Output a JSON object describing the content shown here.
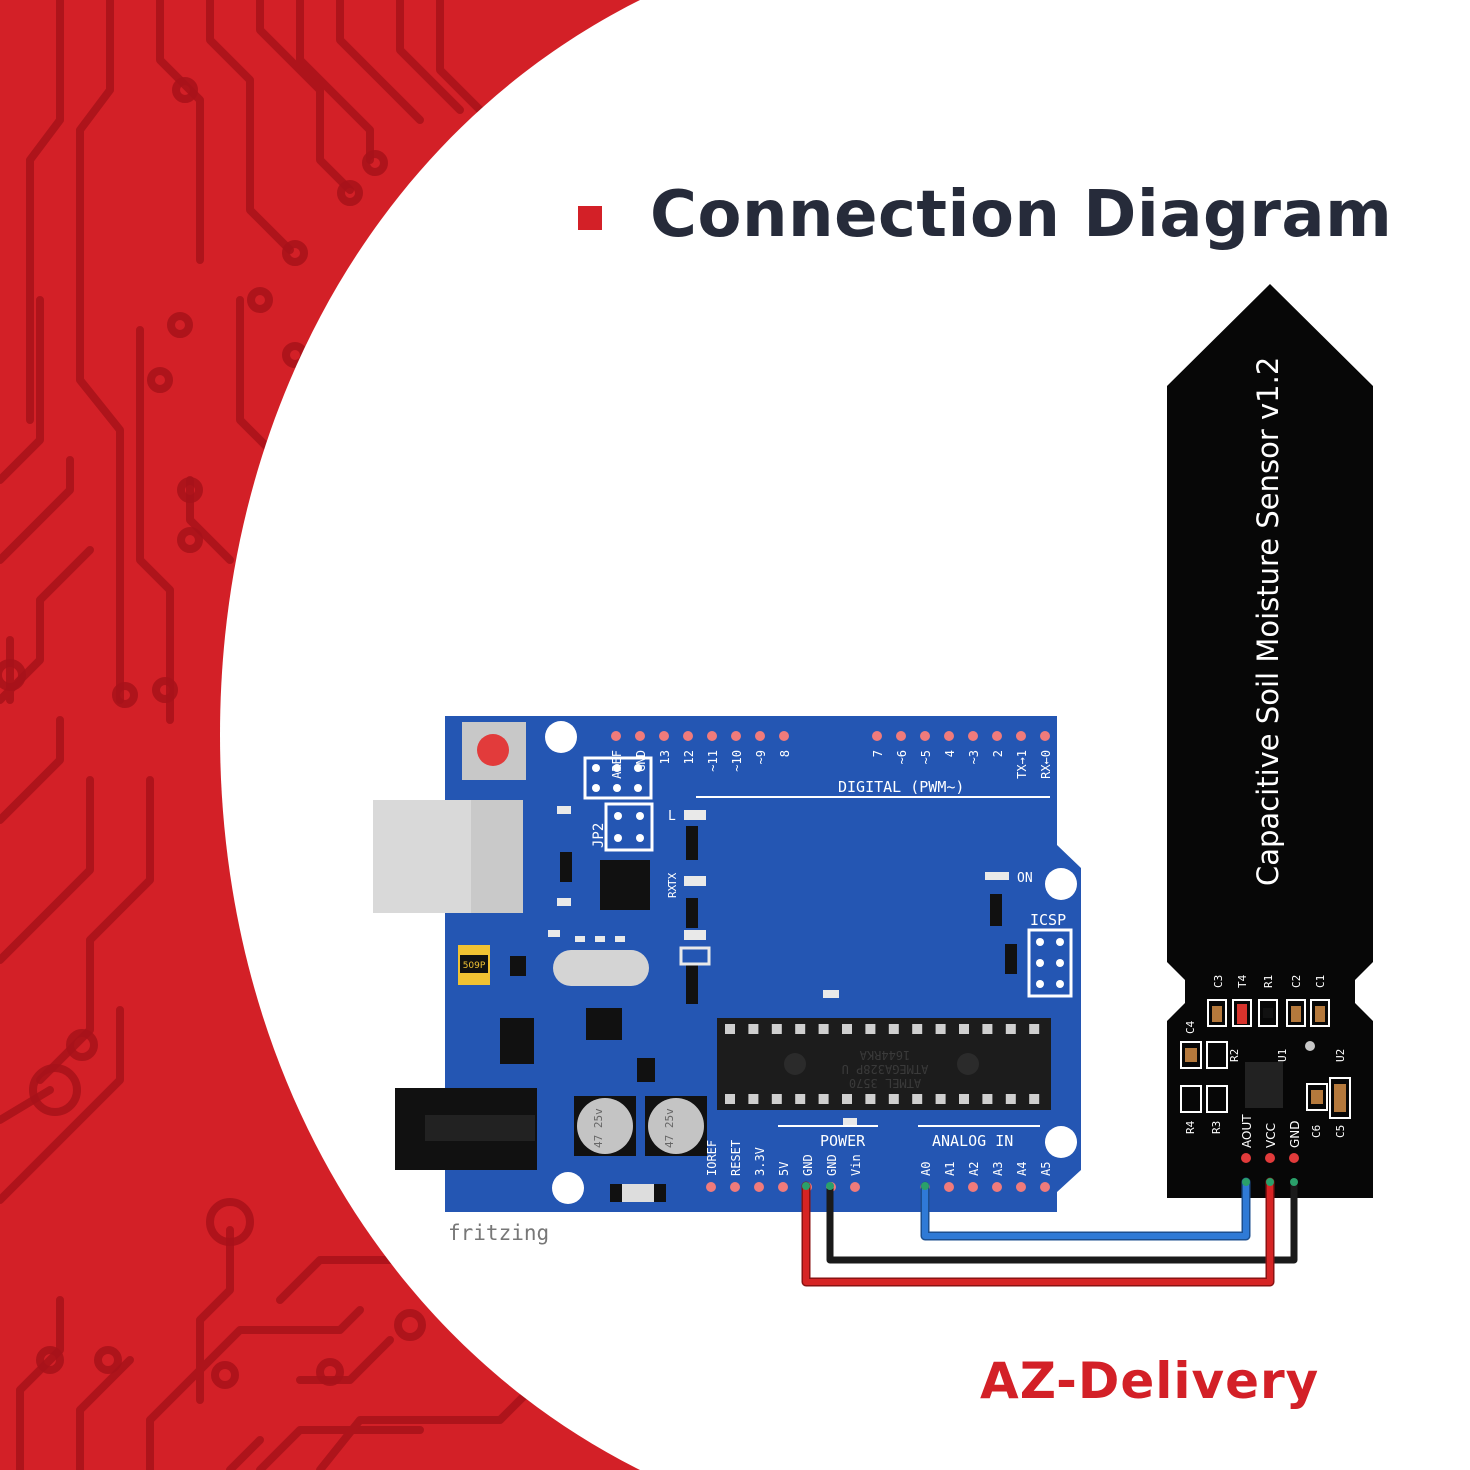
{
  "header": {
    "title": "Connection Diagram"
  },
  "arduino": {
    "digital_label": "DIGITAL (PWM~)",
    "digital_pins": [
      "AREF",
      "GND",
      "13",
      "12",
      "~11",
      "~10",
      "~9",
      "8",
      "7",
      "~6",
      "~5",
      "4",
      "~3",
      "2",
      "TX→1",
      "RX←0"
    ],
    "power_label": "POWER",
    "power_pins": [
      "IOREF",
      "RESET",
      "3.3V",
      "5V",
      "GND",
      "GND",
      "Vin"
    ],
    "analog_label": "ANALOG IN",
    "analog_pins": [
      "A0",
      "A1",
      "A2",
      "A3",
      "A4",
      "A5"
    ],
    "on_label": "ON",
    "icsp_label": "ICSP",
    "jp2_label": "JP2",
    "l_label": "L",
    "tx_label": "TX",
    "rx_label": "RX",
    "crystal_label": "509P",
    "cap_label": "47 25v",
    "chip_text": [
      "ATMEL 3570",
      "ATMEGA328P U",
      "1644RKA"
    ],
    "fritzing_label": "fritzing"
  },
  "sensor": {
    "title": "Capacitive Soil Moisture Sensor v1.2",
    "components": [
      "C3",
      "T4",
      "R1",
      "C2",
      "C1",
      "C4",
      "R2",
      "U1",
      "U2",
      "R4",
      "R3",
      "C6",
      "C5"
    ],
    "pins": [
      "AOUT",
      "VCC",
      "GND"
    ]
  },
  "wires": {
    "signal_color": "#2f7ad6",
    "ground_color": "#1a1a1a",
    "power_color": "#d62424"
  },
  "colors": {
    "brand_red": "#d32027",
    "board_blue": "#2456b3",
    "title_navy": "#262b3a"
  },
  "footer": {
    "logo": "AZ-Delivery"
  }
}
